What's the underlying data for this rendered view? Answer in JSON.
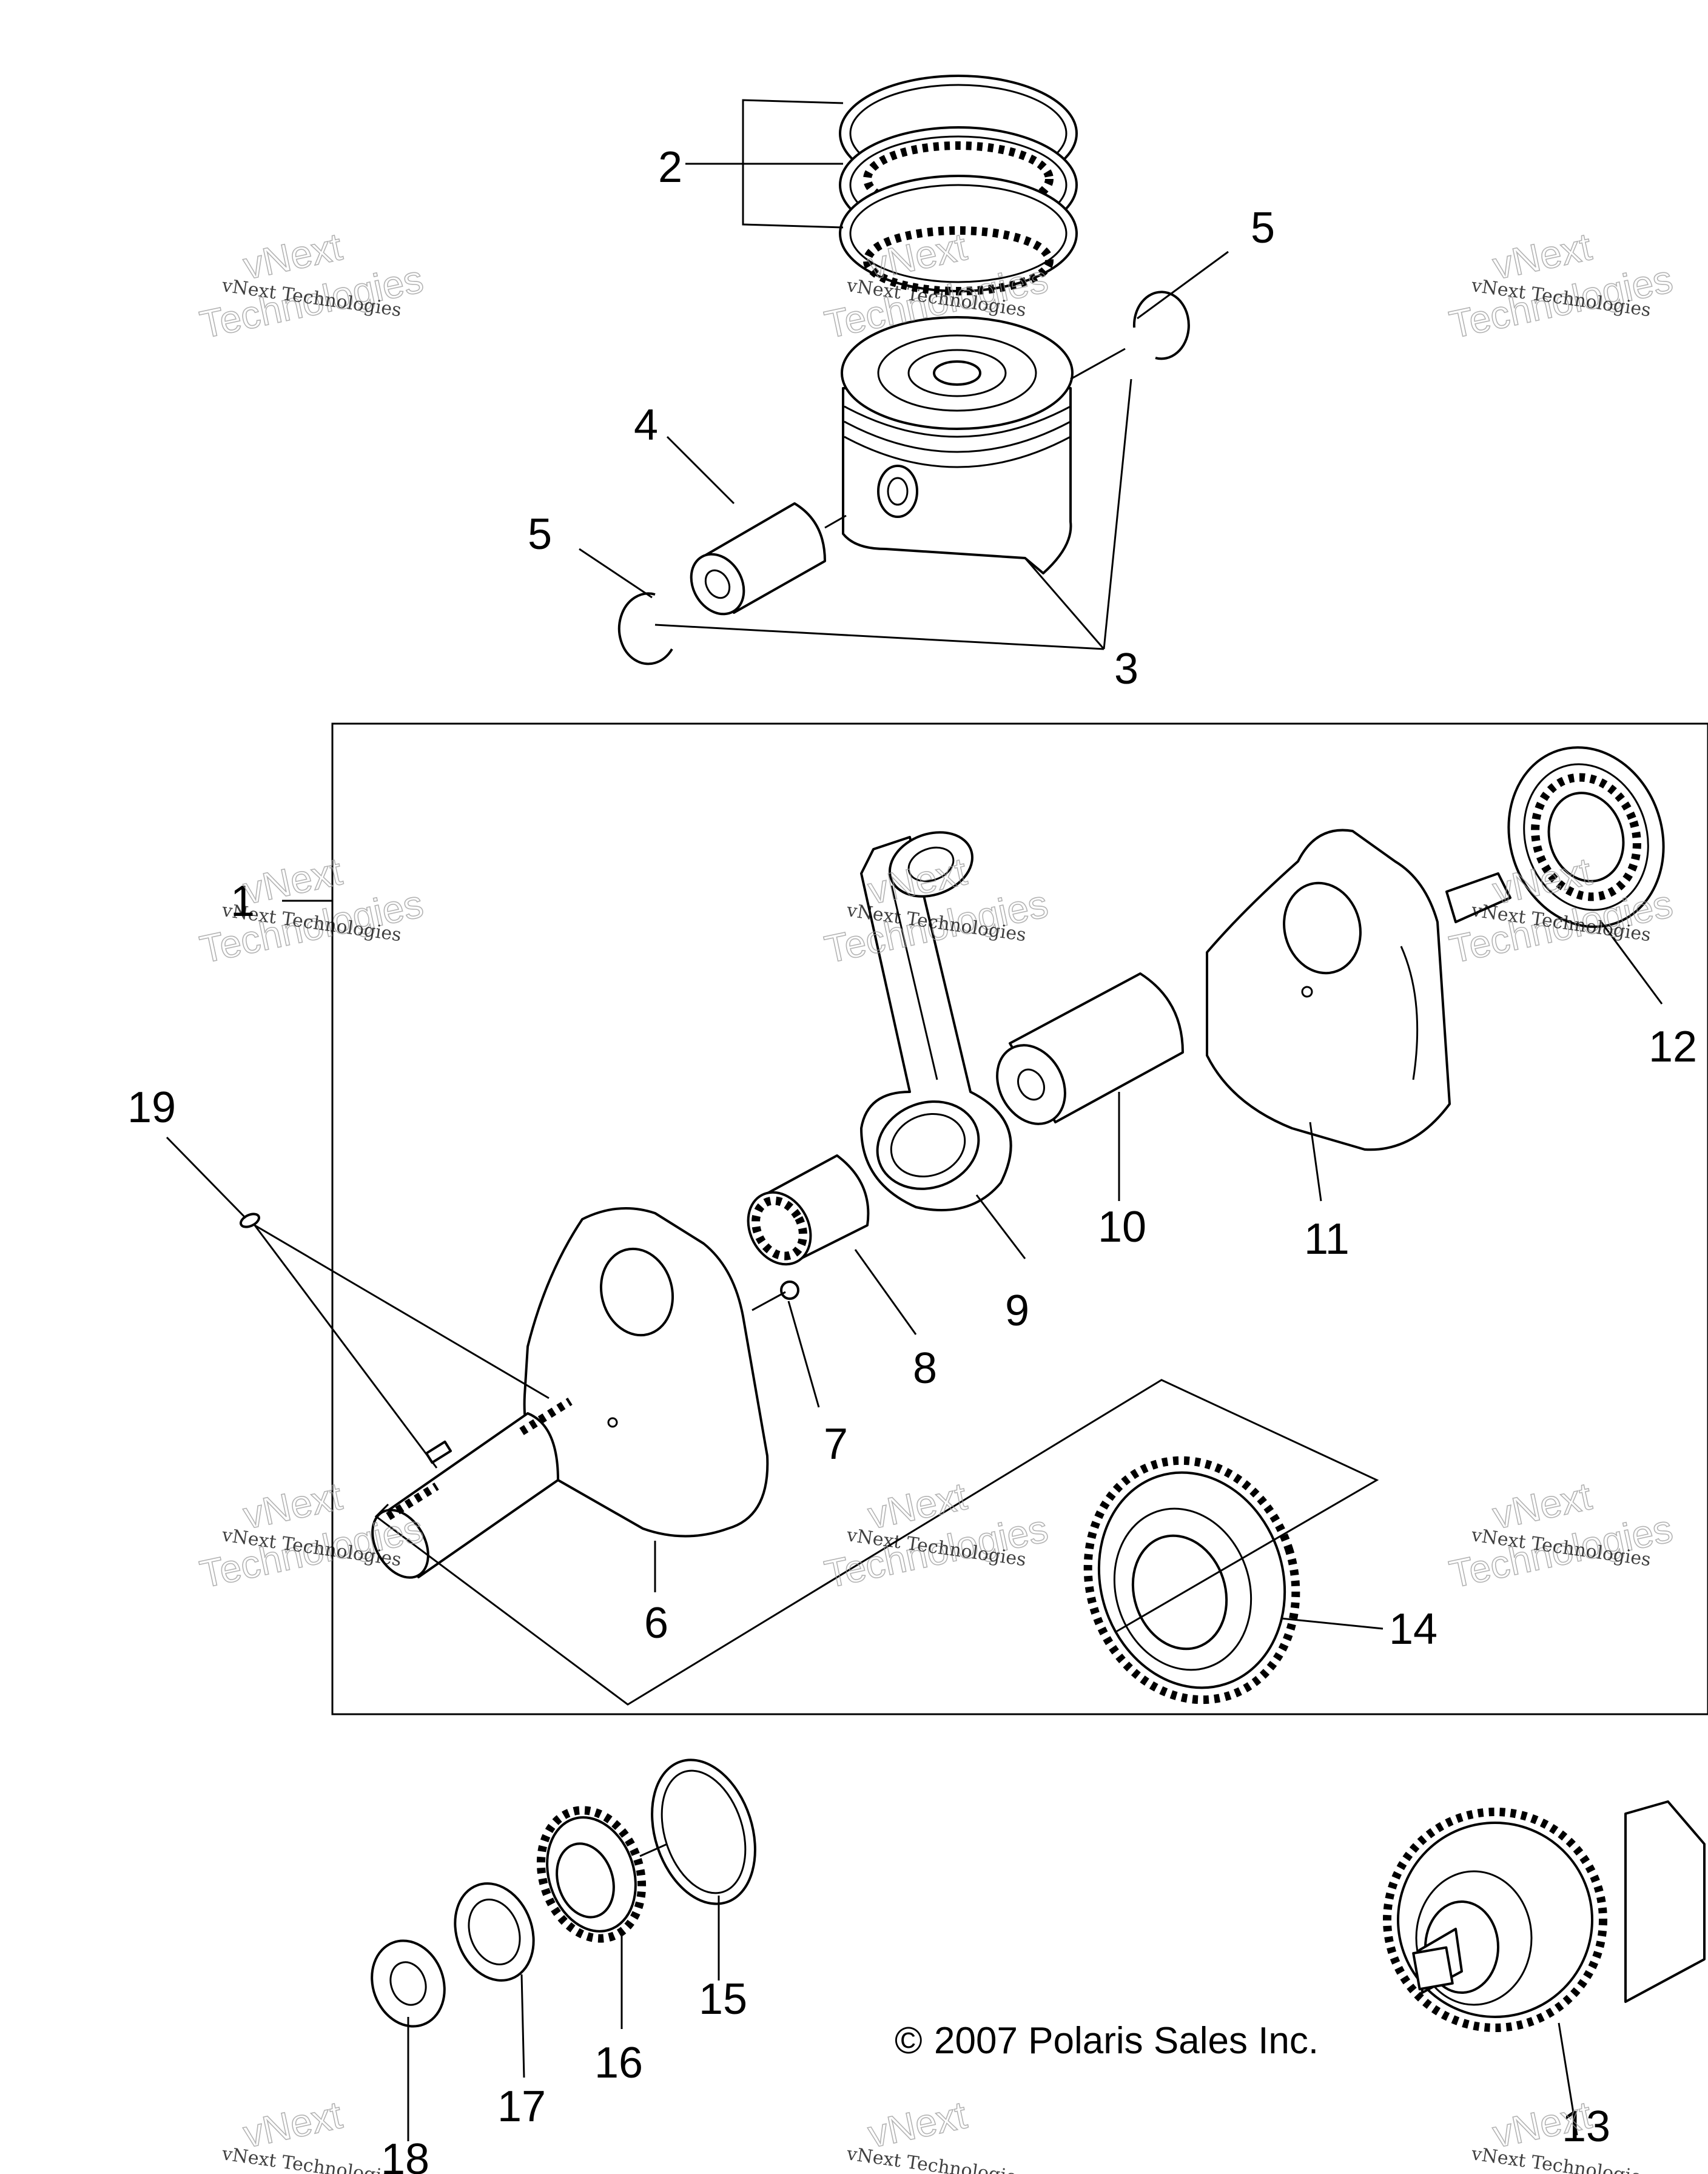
{
  "copyright": {
    "symbol": "©",
    "text": "2007 Polaris Sales Inc."
  },
  "callouts": [
    {
      "id": "1",
      "label": "1",
      "part": "crankshaft-assembly"
    },
    {
      "id": "2",
      "label": "2",
      "part": "piston-rings"
    },
    {
      "id": "3",
      "label": "3",
      "part": "piston-assembly"
    },
    {
      "id": "4",
      "label": "4",
      "part": "piston-pin"
    },
    {
      "id": "5a",
      "label": "5",
      "part": "pin-circlip"
    },
    {
      "id": "5b",
      "label": "5",
      "part": "pin-circlip"
    },
    {
      "id": "6",
      "label": "6",
      "part": "crankshaft-half-left"
    },
    {
      "id": "7",
      "label": "7",
      "part": "ball"
    },
    {
      "id": "8",
      "label": "8",
      "part": "needle-bearing"
    },
    {
      "id": "9",
      "label": "9",
      "part": "connecting-rod"
    },
    {
      "id": "10",
      "label": "10",
      "part": "crank-pin"
    },
    {
      "id": "11",
      "label": "11",
      "part": "crankshaft-half-right"
    },
    {
      "id": "12",
      "label": "12",
      "part": "ball-bearing"
    },
    {
      "id": "13",
      "label": "13",
      "part": "balancer-shaft"
    },
    {
      "id": "14",
      "label": "14",
      "part": "drive-gear"
    },
    {
      "id": "15",
      "label": "15",
      "part": "shim-washer"
    },
    {
      "id": "16",
      "label": "16",
      "part": "sprocket"
    },
    {
      "id": "17",
      "label": "17",
      "part": "nut"
    },
    {
      "id": "18",
      "label": "18",
      "part": "flange-nut"
    },
    {
      "id": "19",
      "label": "19",
      "part": "woodruff-key"
    }
  ],
  "watermark": {
    "line1": "vNext Technologies",
    "big1": "vNext",
    "big2": "Technologies"
  }
}
